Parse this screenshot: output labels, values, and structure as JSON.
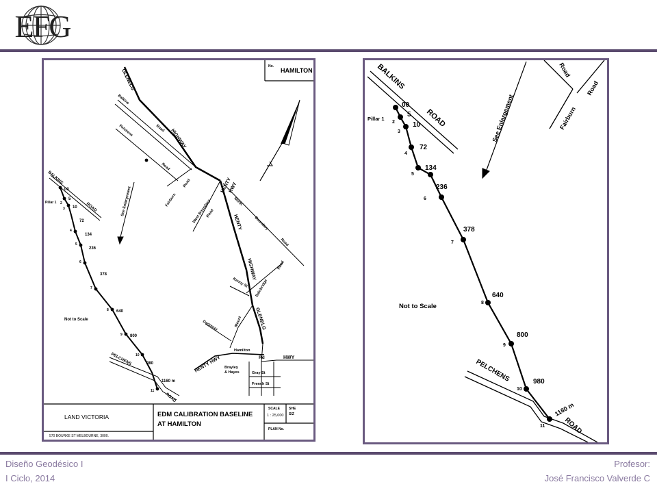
{
  "header": {
    "logo_text": "EFG"
  },
  "left_map": {
    "title_box": "HAMILTON",
    "title_box_no": "No.",
    "road_labels": {
      "glenelg_top": "GLENELG",
      "balkins_road_small": "Balkins",
      "road1": "Road",
      "pelchens_small": "Pelchens",
      "road2": "Road",
      "fairburn": "Fairburn",
      "road3": "Road",
      "highway1": "HIGHWAY",
      "henty_top": "HENTY",
      "hwy_top": "HWY",
      "west_boundary": "West Boundary",
      "road4": "Road",
      "north_boundary": "North",
      "boundary": "Boundary",
      "road5": "Road",
      "henty_mid": "HENTY",
      "highway2": "HIGHWAY",
      "bainbridge": "Bainbridge",
      "road6": "Road",
      "kenny_st": "Kenny St",
      "mount": "Mount",
      "glenelg_mid": "GLENELG",
      "dartmoor": "Dartmoor",
      "hamilton_st": "Hamilton",
      "henty_hwy": "HENTY HWY",
      "rd": "Rd",
      "hwy_right": "HWY",
      "brayley": "Brayley",
      "hayes": "& Hayes",
      "gray_st": "Gray St",
      "french_st": "French St",
      "see_enlargement": "See Enlargement",
      "balkins": "BALKINS",
      "road_balkins": "ROAD",
      "pillar": "Pillar 1",
      "not_to_scale": "Not to Scale",
      "pelchens": "PELCHENS",
      "road_pelchens": "ROAD"
    },
    "distance_unit_label": "1160 m",
    "stations": [
      {
        "pillar": "1",
        "distance": "00"
      },
      {
        "pillar": "2",
        "distance": "5"
      },
      {
        "pillar": "3",
        "distance": "10"
      },
      {
        "pillar": "4",
        "distance": "72"
      },
      {
        "pillar": "5",
        "distance": "134"
      },
      {
        "pillar": "6",
        "distance": "236"
      },
      {
        "pillar": "7",
        "distance": "378"
      },
      {
        "pillar": "8",
        "distance": "640"
      },
      {
        "pillar": "9",
        "distance": "800"
      },
      {
        "pillar": "10",
        "distance": "980"
      },
      {
        "pillar": "11",
        "distance": "1160 m"
      }
    ],
    "title_block": {
      "agency": "LAND VICTORIA",
      "address": "570 BOURKE ST MELBOURNE, 3000.",
      "title_line1": "EDM CALIBRATION BASELINE",
      "title_line2": "AT HAMILTON",
      "scale_label": "SCALE",
      "scale_value": "1 : 25,000",
      "sheet_label": "SHE",
      "size_label": "SIZ",
      "plan_no": "PLAN No."
    }
  },
  "right_map": {
    "labels": {
      "balkins": "BALKINS",
      "road_balkins": "ROAD",
      "see_enlargement": "See Enlargement",
      "road_top": "Road",
      "fairburn": "Fairburn",
      "road_fair": "Road",
      "pillar": "Pillar 1",
      "not_to_scale": "Not to Scale",
      "pelchens": "PELCHENS",
      "road_pelchens": "ROAD"
    },
    "stations": [
      {
        "pillar": "1",
        "distance": "00"
      },
      {
        "pillar": "2",
        "distance": "5"
      },
      {
        "pillar": "3",
        "distance": "10"
      },
      {
        "pillar": "4",
        "distance": "72"
      },
      {
        "pillar": "5",
        "distance": "134"
      },
      {
        "pillar": "6",
        "distance": "236"
      },
      {
        "pillar": "7",
        "distance": "378"
      },
      {
        "pillar": "8",
        "distance": "640"
      },
      {
        "pillar": "9",
        "distance": "800"
      },
      {
        "pillar": "10",
        "distance": "980"
      },
      {
        "pillar": "11",
        "distance": "1160 m"
      }
    ]
  },
  "footer": {
    "course": "Diseño Geodésico I",
    "term": "I Ciclo, 2014",
    "professor_label": "Profesor:",
    "professor_name": "José Francisco Valverde C"
  },
  "colors": {
    "accent": "#5a4a6e",
    "frame": "#6a5a80",
    "footer_text": "#8a7aa0"
  }
}
